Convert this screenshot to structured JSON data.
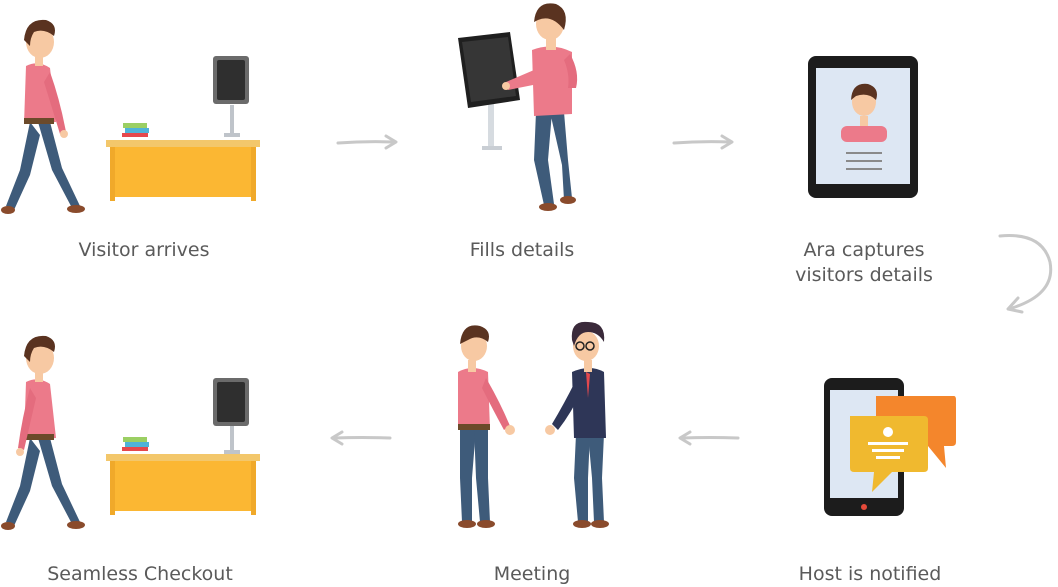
{
  "steps": [
    {
      "id": "visitor-arrives",
      "label": "Visitor arrives"
    },
    {
      "id": "fills-details",
      "label": "Fills details"
    },
    {
      "id": "ara-captures",
      "label_line1": "Ara captures",
      "label_line2": "visitors details"
    },
    {
      "id": "host-notified",
      "label": "Host is notified"
    },
    {
      "id": "meeting",
      "label": "Meeting"
    },
    {
      "id": "seamless-checkout",
      "label": "Seamless Checkout"
    }
  ],
  "colors": {
    "shirt": "#ec7a8a",
    "jeans": "#3e5b7a",
    "hair": "#5a3320",
    "skin": "#f7c9a3",
    "desk": "#fbb733",
    "desk_edge": "#f3c76b",
    "kiosk_screen": "#2f2f2f",
    "arrow": "#c8c8c8",
    "label": "#5a5a5a",
    "bubble_orange": "#f4862c",
    "bubble_yellow": "#f0b92f",
    "suit": "#2e3657"
  },
  "icons": [
    "walking-man-icon",
    "reception-desk-icon",
    "kiosk-icon",
    "tablet-profile-icon",
    "phone-notification-icon",
    "handshake-icon",
    "arrow-icon"
  ]
}
